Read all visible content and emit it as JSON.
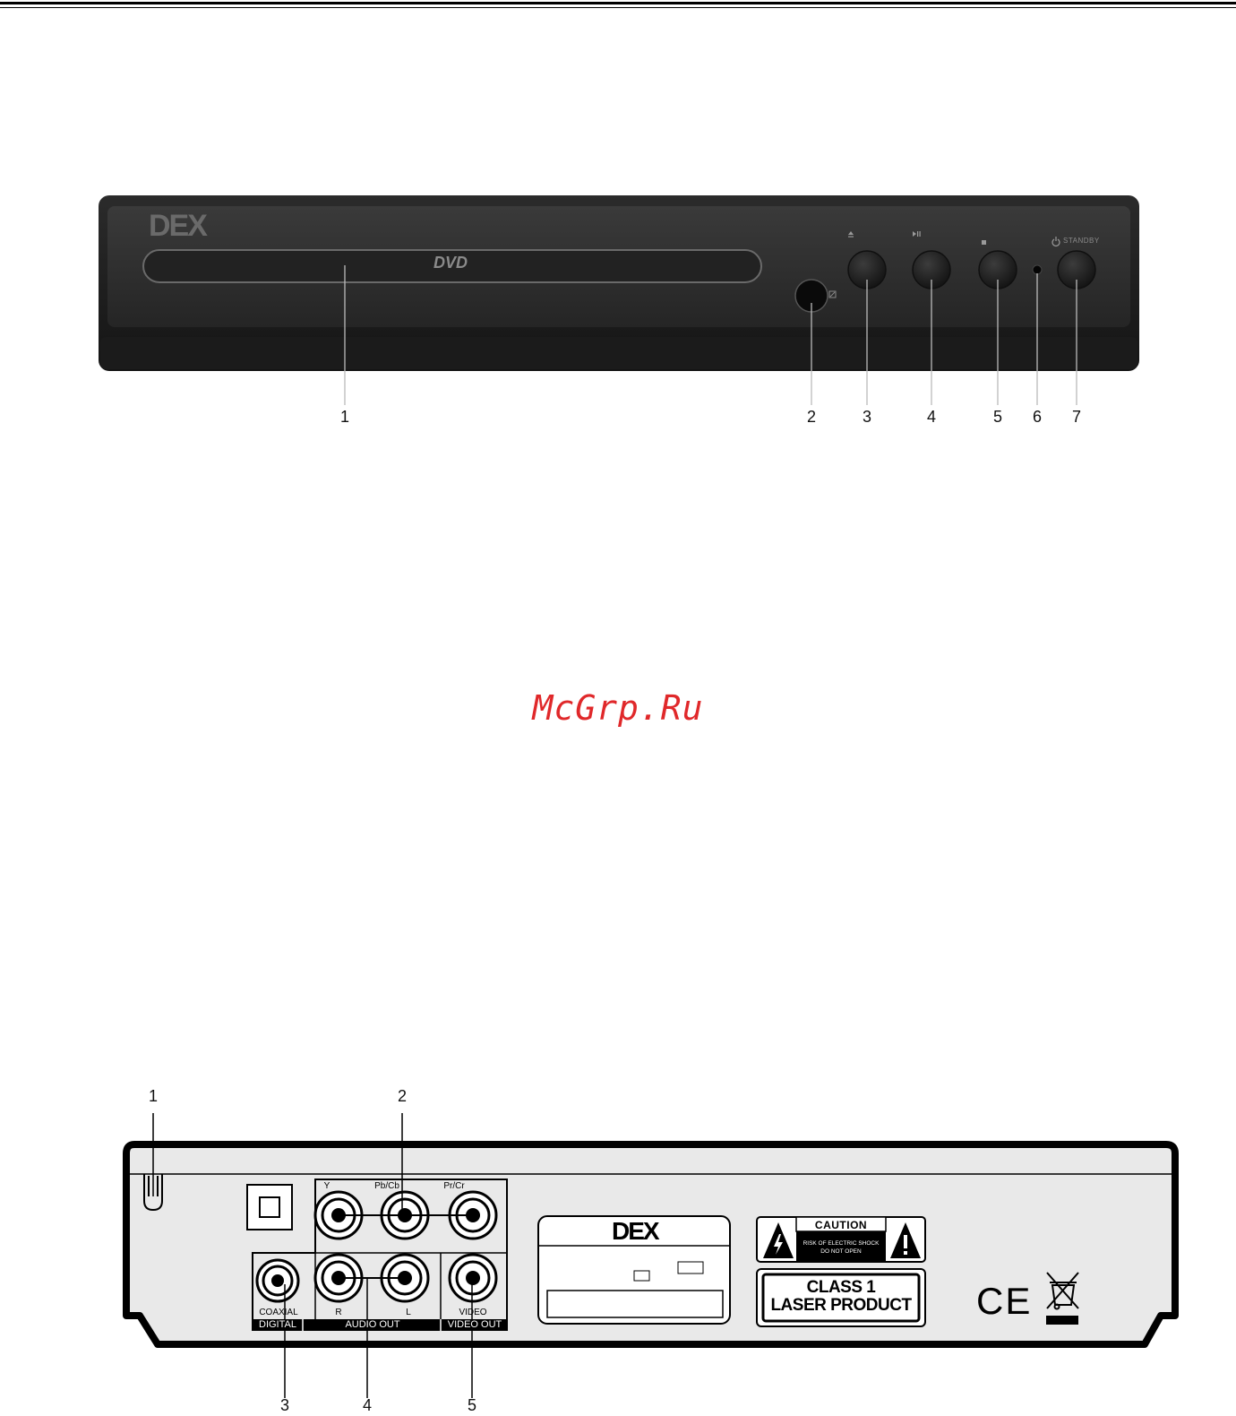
{
  "front_panel": {
    "brand": "DEX",
    "tray_label": "DVD",
    "standby_label": "STANDBY",
    "icons": [
      "eject-icon",
      "play-pause-icon",
      "stop-icon",
      "power-icon",
      "remote-sensor-icon"
    ],
    "callouts": [
      "1",
      "2",
      "3",
      "4",
      "5",
      "6",
      "7"
    ]
  },
  "watermark": "McGrp.Ru",
  "rear_panel": {
    "brand": "DEX",
    "component_labels": [
      "Y",
      "Pb/Cb",
      "Pr/Cr"
    ],
    "coaxial_label": "COAXIAL",
    "digital_label": "DIGITAL",
    "audio_r_label": "R",
    "audio_l_label": "L",
    "audio_out_label": "AUDIO OUT",
    "video_label": "VIDEO",
    "video_out_label": "VIDEO OUT",
    "caution_title": "CAUTION",
    "caution_line1": "RISK OF ELECTRIC SHOCK",
    "caution_line2": "DO NOT OPEN",
    "laser_line1": "CLASS 1",
    "laser_line2": "LASER PRODUCT",
    "ce_mark": "CE",
    "callouts": [
      "1",
      "2",
      "3",
      "4",
      "5"
    ]
  }
}
